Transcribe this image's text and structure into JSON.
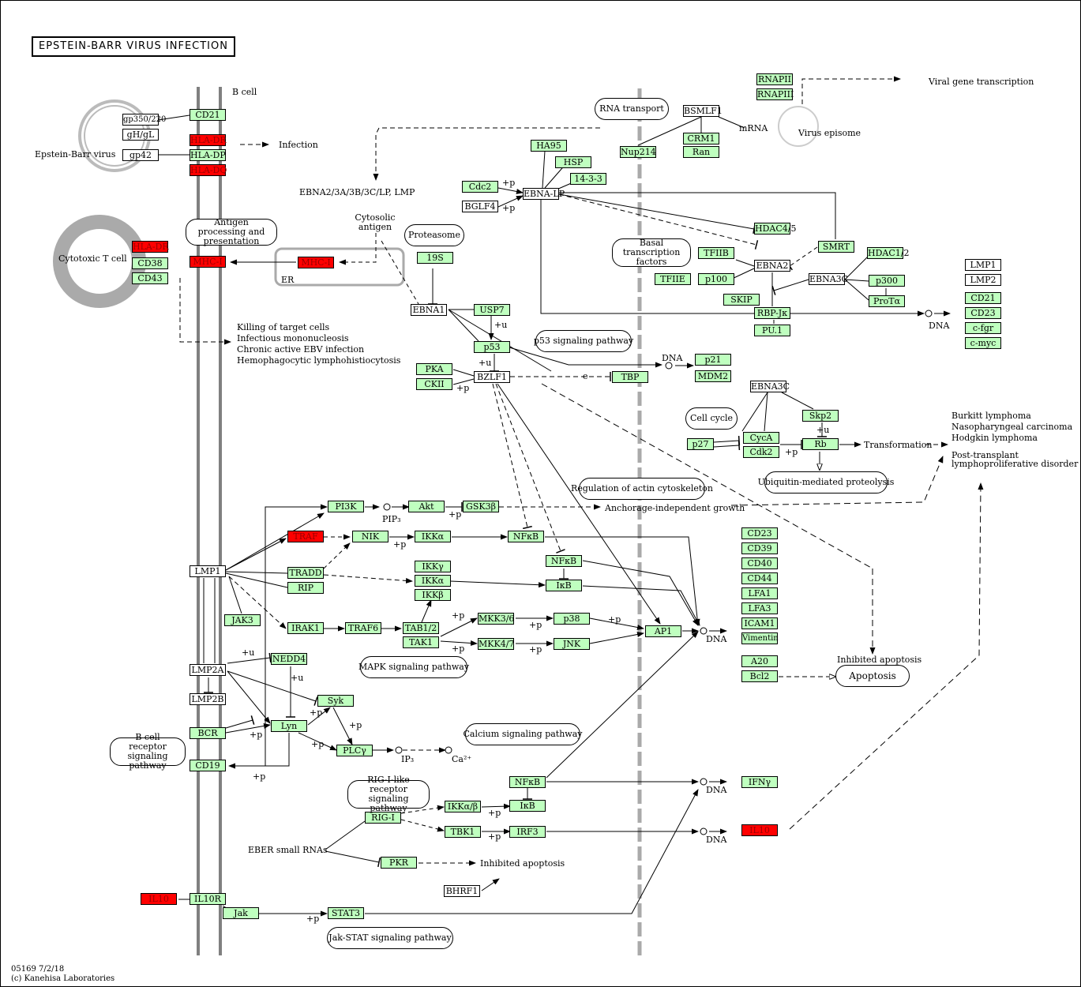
{
  "title": "EPSTEIN-BARR VIRUS INFECTION",
  "footer": {
    "id": "05169 7/2/18",
    "copyright": "(c) Kanehisa Laboratories"
  },
  "colors": {
    "expressed_up": "#ff0000",
    "gene": "#bfffbf",
    "membrane": "#808080"
  },
  "nodes": {
    "gp350": "gp350/220",
    "gHgL": "gH/gL",
    "gp42": "gp42",
    "cd21a": "CD21",
    "hladr1": "HLA-DR",
    "hladp": "HLA-DP",
    "hladq": "HLA-DQ",
    "hladr2": "HLA-DR",
    "cd38": "CD38",
    "cd43": "CD43",
    "mhci1": "MHC-I",
    "mhci2": "MHC-I",
    "s19": "19S",
    "ebna1": "EBNA1",
    "usp7": "USP7",
    "p53": "p53",
    "pka": "PKA",
    "ckii": "CKII",
    "bzlf1": "BZLF1",
    "tbp": "TBP",
    "p21": "p21",
    "mdm2": "MDM2",
    "ha95": "HA95",
    "hsp": "HSP",
    "p1433": "14-3-3",
    "cdc2": "Cdc2",
    "bglf4": "BGLF4",
    "ebnalp": "EBNA-LP",
    "nup214": "Nup214",
    "bsmlf1": "BSMLF1",
    "crm1": "CRM1",
    "ran": "Ran",
    "rnapii": "RNAPII",
    "rnapiii": "RNAPIII",
    "hdac45": "HDAC4/5",
    "smrt": "SMRT",
    "hdac12": "HDAC1/2",
    "tfiib": "TFIIB",
    "ebna2": "EBNA2",
    "tfiie": "TFIIE",
    "p100": "p100",
    "ebna3c1": "EBNA3C",
    "p300": "p300",
    "prota": "ProTα",
    "skip": "SKIP",
    "rbpjk": "RBP-Jκ",
    "pu1": "PU.1",
    "lmp1r": "LMP1",
    "lmp2r": "LMP2",
    "cd21r": "CD21",
    "cd23r": "CD23",
    "cfgr": "c-fgr",
    "cmyc": "c-myc",
    "ebna3c2": "EBNA3C",
    "skp2": "Skp2",
    "p27": "p27",
    "cyca": "CycA",
    "cdk2": "Cdk2",
    "rb": "Rb",
    "pi3k": "PI3K",
    "akt": "Akt",
    "gsk3b": "GSK3β",
    "traf": "TRAF",
    "nik": "NIK",
    "ikka1": "IKKα",
    "nfkb1": "NFκB",
    "lmp1": "LMP1",
    "tradd": "TRADD",
    "rip": "RIP",
    "ikkg": "IKKγ",
    "ikka2": "IKKα",
    "ikkb": "IKKβ",
    "nfkb2": "NFκB",
    "ikb1": "IκB",
    "jak3": "JAK3",
    "irak1": "IRAK1",
    "traf6": "TRAF6",
    "tab12": "TAB1/2",
    "tak1": "TAK1",
    "mkk36": "MKK3/6",
    "mkk47": "MKK4/7",
    "p38": "p38",
    "jnk": "JNK",
    "ap1": "AP1",
    "cd23b": "CD23",
    "cd39": "CD39",
    "cd40": "CD40",
    "cd44": "CD44",
    "lfa1": "LFA1",
    "lfa3": "LFA3",
    "icam1": "ICAM1",
    "vimentin": "Vimentin",
    "a20": "A20",
    "bcl2": "Bcl2",
    "nedd4": "NEDD4",
    "lmp2a": "LMP2A",
    "lmp2b": "LMP2B",
    "syk": "Syk",
    "bcr": "BCR",
    "lyn": "Lyn",
    "plcg": "PLCγ",
    "cd19": "CD19",
    "nfkb3": "NFκB",
    "ikb2": "IκB",
    "ikkae": "IKKα/β",
    "rigi": "RIG-I",
    "tbk1": "TBK1",
    "irf3": "IRF3",
    "pkr": "PKR",
    "bhrf1": "BHRF1",
    "ifng": "IFNγ",
    "il10r": "IL10",
    "il10": "IL10",
    "il10rec": "IL10R",
    "jak": "Jak",
    "stat3": "STAT3"
  },
  "pathways": {
    "rna_transport": "RNA transport",
    "antigen": "Antigen processing and presentation",
    "proteasome": "Proteasome",
    "basal": "Basal transcription factors",
    "p53sig": "p53 signaling pathway",
    "cellcycle": "Cell cycle",
    "ubiq": "Ubiquitin-mediated proteolysis",
    "actin": "Regulation of actin cytoskeleton",
    "mapk": "MAPK signaling pathway",
    "bcrsig": "B cell receptor signaling pathway",
    "calcium": "Calcium signaling pathway",
    "rigsig": "RIG-I-like receptor signaling pathway",
    "jakstat": "Jak-STAT signaling pathway",
    "apoptosis": "Apoptosis"
  },
  "labels": {
    "bcell": "B cell",
    "ebv": "Epstein-Barr virus",
    "infection": "Infection",
    "ebna_family": "EBNA2/3A/3B/3C/LP, LMP",
    "ctl": "Cytotoxic T cell",
    "cytosolic": "Cytosolic antigen",
    "er": "ER",
    "killing": "Killing of target cells",
    "mono": "Infectious mononucleosis",
    "chronic": "Chronic active EBV infection",
    "hemo": "Hemophagocytic lymphohistiocytosis",
    "mrna": "mRNA",
    "viral_tx": "Viral gene transcription",
    "episome": "Virus episome",
    "dna1": "DNA",
    "dna2": "DNA",
    "dna3": "DNA",
    "dna4": "DNA",
    "dna5": "DNA",
    "transformation": "Transformation",
    "burkitt": "Burkitt lymphoma",
    "naso": "Nasopharyngeal carcinoma",
    "hodgkin": "Hodgkin lymphoma",
    "ptld1": "Post-transplant",
    "ptld2": "lymphoproliferative disorder",
    "anchorage": "Anchorage-independent growth",
    "inhibited_apop1": "Inhibited apoptosis",
    "inhibited_apop2": "Inhibited apoptosis",
    "pip3": "PIP₃",
    "ip3": "IP₃",
    "ca": "Ca²⁺",
    "eber": "EBER small RNAs",
    "plus_p": "+p",
    "plus_u": "+u",
    "e": "e"
  }
}
